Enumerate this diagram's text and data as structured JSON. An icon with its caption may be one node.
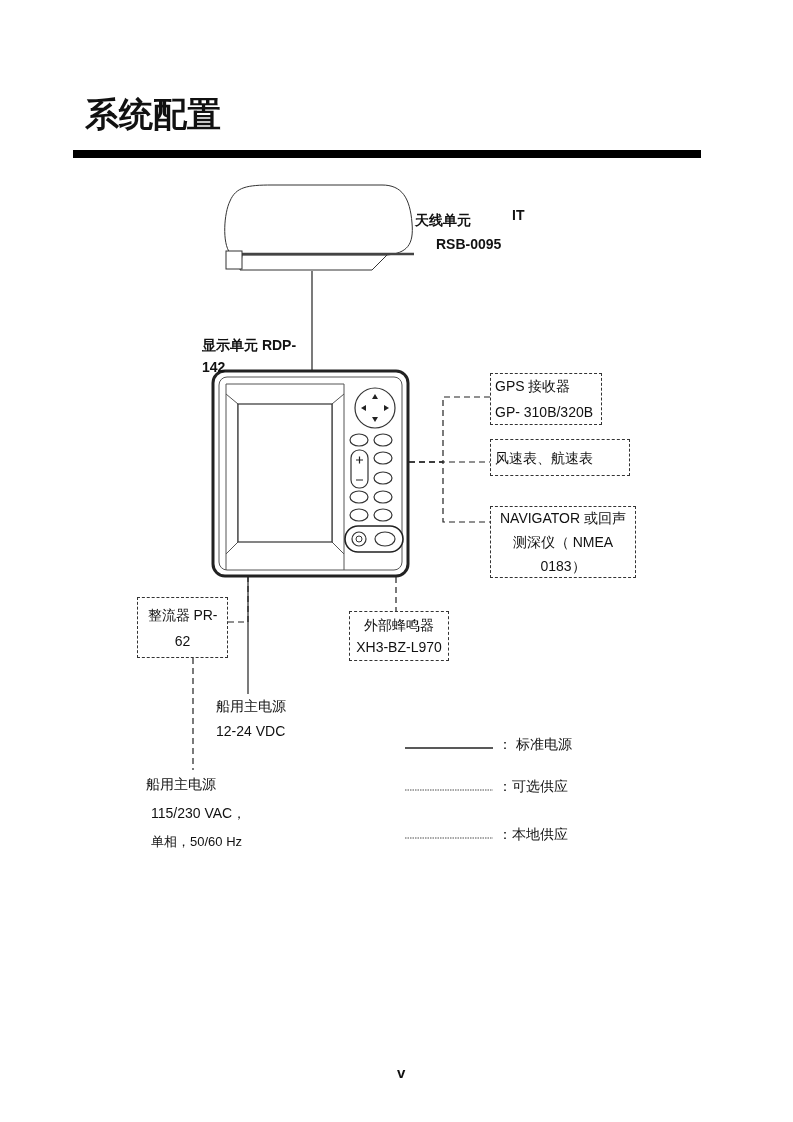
{
  "diagram": {
    "title": "系统配置",
    "nodes": [
      {
        "text": [],
        "shape": "picture",
        "beside": [
          "天线单元",
          "RSB-0095"
        ]
      },
      {
        "text": [],
        "shape": "picture",
        "beside": [
          "显示单元 RDP- 142"
        ]
      },
      {
        "text": [
          "GPS 接收器 GP- 310B/320B"
        ]
      },
      {
        "text": [
          "风速表、航速表"
        ]
      },
      {
        "text": [
          "NAVIGATOR 或回声测深仪（ NMEA 0183）"
        ]
      },
      {
        "text": [
          "整流器 PR- 62"
        ]
      },
      {
        "text": [
          "外部蜂鸣器 XH3-BZ-L970"
        ]
      },
      {
        "text": [
          "船用主电源 12-24 VDC"
        ]
      },
      {
        "text": [
          "船用主电源",
          "115/230 VAC，",
          "单相，50/60 Hz"
        ]
      }
    ],
    "edges": [
      {
        "from": 0,
        "to": 1,
        "arrow": "none"
      },
      {
        "from": 1,
        "to": 2,
        "arrow": "none",
        "style": "dashed"
      },
      {
        "from": 1,
        "to": 3,
        "arrow": "none",
        "style": "dashed"
      },
      {
        "from": 1,
        "to": 4,
        "arrow": "none",
        "style": "dashed"
      },
      {
        "from": 5,
        "to": 1,
        "arrow": "none",
        "style": "dashed"
      },
      {
        "from": 1,
        "to": 6,
        "arrow": "none",
        "style": "dashed"
      },
      {
        "from": 1,
        "to": 7,
        "arrow": "none"
      },
      {
        "from": 5,
        "to": 8,
        "arrow": "none",
        "style": "dashed"
      }
    ],
    "labels": [
      "IT",
      "v"
    ],
    "legend": [
      {
        "text": "： 标准电源"
      },
      {
        "text": "：可选供应"
      },
      {
        "text": "：本地供应"
      }
    ]
  }
}
